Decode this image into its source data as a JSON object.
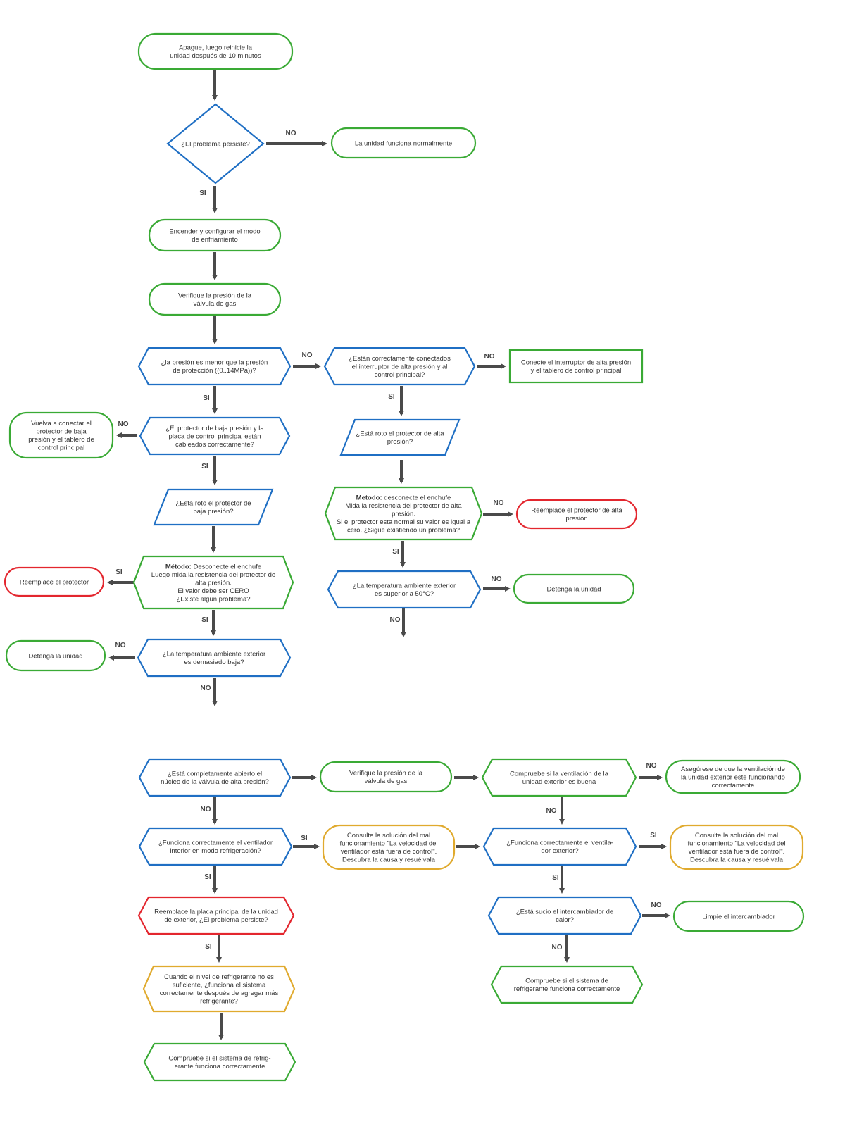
{
  "colors": {
    "green": "#3aaa35",
    "blue": "#1f6fc4",
    "red": "#e3262e",
    "yellow": "#e0aa2e",
    "arrow": "#4a4a4a",
    "text": "#333333"
  },
  "nodes": {
    "n1": {
      "lines": [
        "Apague, luego reinicie la",
        "unidad después de 10 minutos"
      ]
    },
    "n2": {
      "lines": [
        "¿El problema persiste?"
      ]
    },
    "n3": {
      "lines": [
        "La unidad funciona normalmente"
      ]
    },
    "n4": {
      "lines": [
        "Encender y configurar el modo",
        "de enfriamiento"
      ]
    },
    "n5": {
      "lines": [
        "Verifique la presión de la",
        "válvula de gas"
      ]
    },
    "n6": {
      "lines": [
        "¿la presión es menor que la presión",
        "de protección ((0..14MPa))?"
      ]
    },
    "n7": {
      "lines": [
        "¿Están correctamente conectados",
        "el interruptor de alta presión y al",
        "control principal?"
      ]
    },
    "n8": {
      "lines": [
        "Conecte el interruptor de alta presión",
        "y el tablero de control principal"
      ]
    },
    "n9": {
      "lines": [
        "¿El protector de baja presión y la",
        "placa de control principal están",
        "cableados correctamente?"
      ]
    },
    "n10": {
      "lines": [
        "Vuelva a conectar el",
        "protector de baja",
        "presión y el tablero de",
        "control principal"
      ]
    },
    "n11": {
      "lines": [
        "¿Está roto el protector de alta",
        "presión?"
      ]
    },
    "n12": {
      "lines": [
        "¿Esta roto el protector de",
        "baja presión?"
      ]
    },
    "n13": {
      "bold": "Metodo:",
      "lines": [
        "desconecte el enchufe",
        "Mida la resistencia del protector de alta",
        "presión.",
        "Si el protector esta normal su valor es igual a",
        "cero. ¿Sigue existiendo un problema?"
      ]
    },
    "n14": {
      "lines": [
        "Reemplace el protector de alta",
        "presión"
      ]
    },
    "n15": {
      "bold": "Método:",
      "lines": [
        "Desconecte el enchufe",
        "Luego mida la resistencia del protector de",
        "alta presión.",
        "El valor debe ser CERO",
        "¿Existe algún problema?"
      ]
    },
    "n16": {
      "lines": [
        "Reemplace el protector"
      ]
    },
    "n17": {
      "lines": [
        "¿La temperatura ambiente exterior",
        "es superior a 50°C?"
      ]
    },
    "n18": {
      "lines": [
        "Detenga la unidad"
      ]
    },
    "n19": {
      "lines": [
        "¿La temperatura ambiente exterior",
        "es demasiado baja?"
      ]
    },
    "n20": {
      "lines": [
        "Detenga la unidad"
      ]
    },
    "n21": {
      "lines": [
        "¿Está completamente abierto el",
        "núcleo de la válvula de alta presión?"
      ]
    },
    "n22": {
      "lines": [
        "Verifique la presión de la",
        "válvula de gas"
      ]
    },
    "n23": {
      "lines": [
        "Compruebe si la ventilación de la",
        "unidad exterior es buena"
      ]
    },
    "n24": {
      "lines": [
        "Asegúrese de que la ventilación de",
        "la unidad exterior esté funcionando",
        "correctamente"
      ]
    },
    "n25": {
      "lines": [
        "¿Funciona correctamente el ventilador",
        "interior en modo refrigeración?"
      ]
    },
    "n26": {
      "lines": [
        "Consulte la solución del mal",
        "funcionamiento \"La velocidad del",
        "ventilador está fuera de control\".",
        "Descubra la causa y resuélvala"
      ]
    },
    "n27": {
      "lines": [
        "¿Funciona correctamente el ventila-",
        "dor exterior?"
      ]
    },
    "n28": {
      "lines": [
        "Consulte la solución del mal",
        "funcionamiento \"La velocidad del",
        "ventilador está fuera de control\".",
        "Descubra la causa y resuélvala"
      ]
    },
    "n29": {
      "lines": [
        "Reemplace la placa principal de la unidad",
        "de exterior, ¿El problema persiste?"
      ]
    },
    "n30": {
      "lines": [
        "¿Está sucio el intercambiador de",
        "calor?"
      ]
    },
    "n31": {
      "lines": [
        "Limpie el intercambiador"
      ]
    },
    "n32": {
      "lines": [
        "Cuando el nivel de refrigerante no es",
        "suficiente, ¿funciona el sistema",
        "correctamente después de agregar más",
        "refrigerante?"
      ]
    },
    "n33": {
      "lines": [
        "Compruebe si el sistema de",
        "refrigerante funciona correctamente"
      ]
    },
    "n34": {
      "lines": [
        "Compruebe si el sistema de refrig-",
        "erante funciona correctamente"
      ]
    }
  },
  "labels": {
    "l1": "NO",
    "l2": "SI",
    "l3": "NO",
    "l4": "NO",
    "l5": "SI",
    "l6": "NO",
    "l7": "SI",
    "l8": "SI",
    "l9": "NO",
    "l10": "SI",
    "l11": "SI",
    "l12": "SI",
    "l13": "NO",
    "l14": "NO",
    "l15": "NO",
    "l16": "NO",
    "l17": "NO",
    "l18": "NO",
    "l19": "SI",
    "l20": "NO",
    "l21": "SI",
    "l22": "SI",
    "l23": "SI",
    "l24": "NO"
  }
}
